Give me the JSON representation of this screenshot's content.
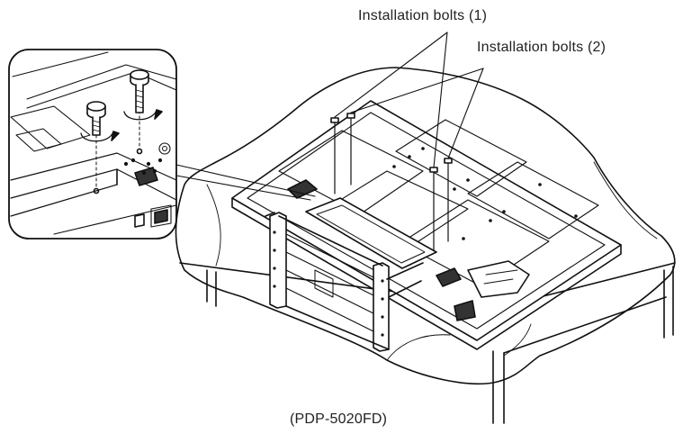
{
  "labels": {
    "installation_bolts_1": "Installation bolts (1)",
    "installation_bolts_2": "Installation bolts (2)",
    "model": "(PDP-5020FD)"
  }
}
